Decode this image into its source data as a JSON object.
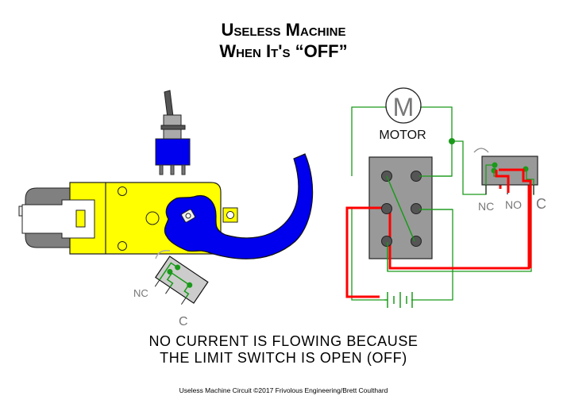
{
  "title": {
    "line1": "Useless Machine",
    "line2": "When It's “OFF”"
  },
  "caption": {
    "line1": "NO CURRENT IS FLOWING BECAUSE",
    "line2": "THE LIMIT SWITCH IS OPEN (OFF)"
  },
  "footer": "Useless Machine Circuit  ©2017 Frivolous Engineering/Brett Coulthard",
  "labels": {
    "motor_symbol": "M",
    "motor": "MOTOR",
    "limit_nc_left": "NC",
    "limit_c_left": "C",
    "limit_nc_right": "NC",
    "limit_no_right": "NO",
    "limit_c_right": "C"
  },
  "colors": {
    "gearbox": "#ffff00",
    "arm": "#0000ff",
    "wire": "#22aa22",
    "current": "#ff0000",
    "switch_body": "#999999",
    "motor_can": "#808080"
  },
  "state": {
    "machine": "OFF",
    "limit_switch": "open",
    "current_flowing": false
  }
}
